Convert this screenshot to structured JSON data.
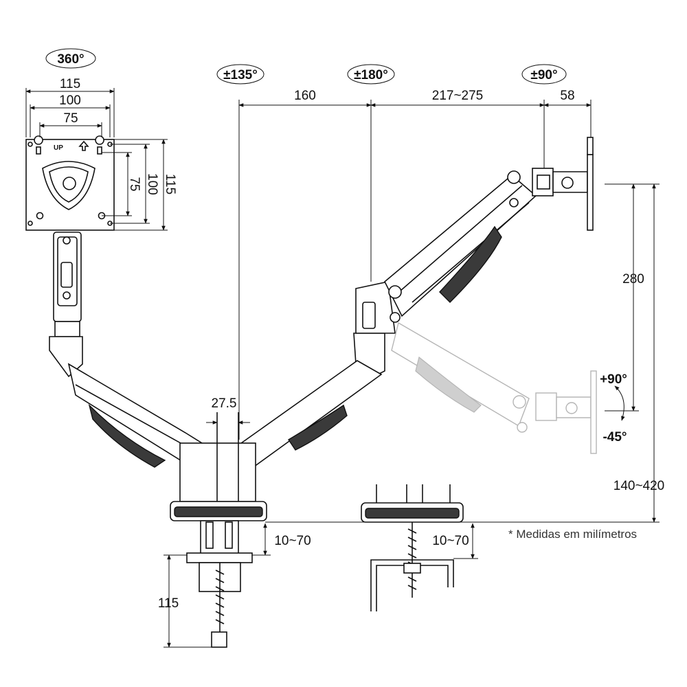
{
  "rotations": {
    "vesa": "360°",
    "base": "±135°",
    "elbow": "±180°",
    "head": "±90°",
    "tilt_up": "+90°",
    "tilt_down": "-45°"
  },
  "dimensions": {
    "vesa_outer_w": "115",
    "vesa_mid_w": "100",
    "vesa_inner_w": "75",
    "vesa_inner_h": "75",
    "vesa_mid_h": "100",
    "vesa_outer_h": "115",
    "arm_lower": "160",
    "arm_upper": "217~275",
    "head_depth": "58",
    "tilt_range": "280",
    "height_range": "140~420",
    "pole_width": "27.5",
    "clamp_thickness_left": "10~70",
    "clamp_thickness_right": "10~70",
    "clamp_depth": "115"
  },
  "plate_labels": {
    "up": "UP"
  },
  "note": "* Medidas em milímetros"
}
